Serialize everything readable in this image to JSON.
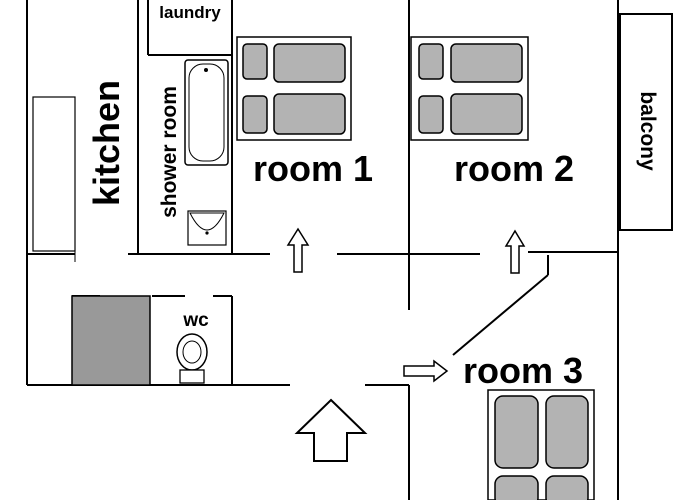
{
  "floor_plan": {
    "labels": {
      "laundry": "laundry",
      "kitchen": "kitchen",
      "shower_room": "shower room",
      "room1": "room 1",
      "room2": "room 2",
      "room3": "room 3",
      "balcony": "balcony",
      "wc": "wc"
    },
    "colors": {
      "wall": "#000000",
      "furniture_fill": "#b3b3b3",
      "dark_fill": "#999999",
      "background": "#ffffff"
    }
  }
}
